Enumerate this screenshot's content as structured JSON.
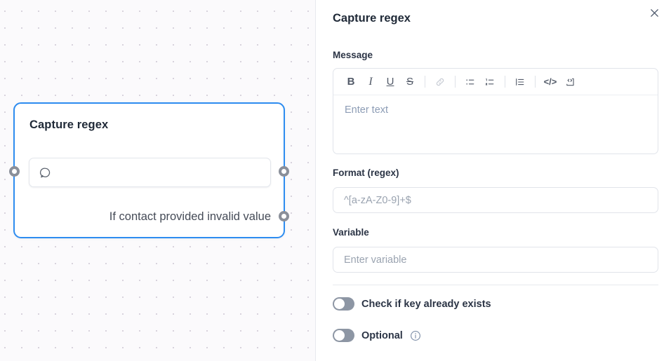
{
  "canvas": {
    "node": {
      "title": "Capture regex",
      "message_icon": "speech-bubble-icon",
      "message_value": "",
      "branch_label": "If contact provided invalid value",
      "accent_color": "#2d8cf0",
      "handles": [
        {
          "name": "input-handle",
          "position": "left"
        },
        {
          "name": "output-handle-main",
          "position": "right"
        },
        {
          "name": "output-handle-invalid",
          "position": "right"
        }
      ]
    },
    "background_color": "#fbfafc",
    "grid_dot_color": "#d8d3dd"
  },
  "panel": {
    "title": "Capture regex",
    "close_label": "close-icon",
    "fields": {
      "message": {
        "label": "Message",
        "placeholder": "Enter text",
        "value": ""
      },
      "format": {
        "label": "Format (regex)",
        "placeholder": "^[a-zA-Z0-9]+$",
        "value": ""
      },
      "variable": {
        "label": "Variable",
        "placeholder": "Enter variable",
        "value": ""
      }
    },
    "toolbar": {
      "bold": "B",
      "italic": "I",
      "underline": "U",
      "strikethrough": "S",
      "link": "link-icon",
      "bullet_list": "bullet-list-icon",
      "numbered_list": "numbered-list-icon",
      "indent": "indent-icon",
      "inline_code": "</>",
      "code_block": "code-block-icon"
    },
    "toggles": [
      {
        "label": "Check if key already exists",
        "on": false,
        "has_info": false
      },
      {
        "label": "Optional",
        "on": false,
        "has_info": true
      }
    ]
  }
}
